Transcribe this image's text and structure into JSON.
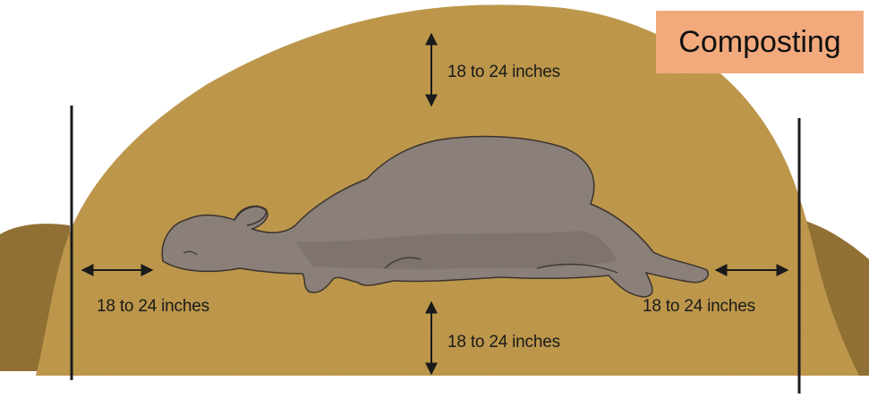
{
  "title": "Composting",
  "dimensions": {
    "top": "18 to 24 inches",
    "left": "18 to 24 inches",
    "right": "18 to 24 inches",
    "bottom": "18 to 24 inches"
  },
  "colors": {
    "pile": "#c29a4c",
    "pile_outer": "#8e6a2e",
    "animal": "#8a8079",
    "animal_shadow": "#6f6660",
    "title_box": "#f2aa7c",
    "post": "#1a1a1a"
  }
}
